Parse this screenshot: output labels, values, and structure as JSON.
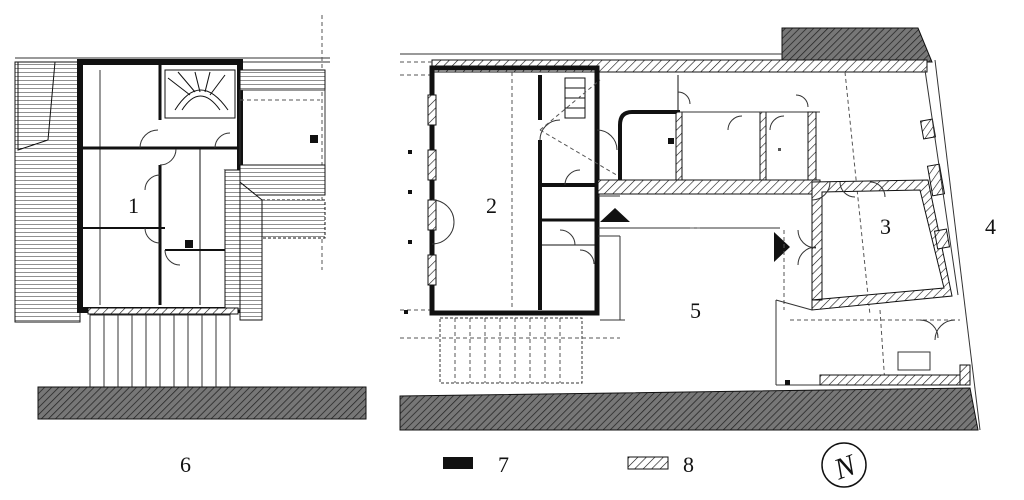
{
  "labels": {
    "building_1": "1",
    "building_2": "2",
    "building_3": "3",
    "area_4": "4",
    "area_5": "5",
    "area_6": "6"
  },
  "legend": [
    {
      "symbol": "solid-black-bar",
      "label": "7"
    },
    {
      "symbol": "hatched-bar",
      "label": "8"
    }
  ],
  "north_arrow": {
    "glyph": "N",
    "icon": "north-arrow-icon"
  },
  "colors": {
    "ink": "#111111",
    "paper": "#ffffff"
  }
}
